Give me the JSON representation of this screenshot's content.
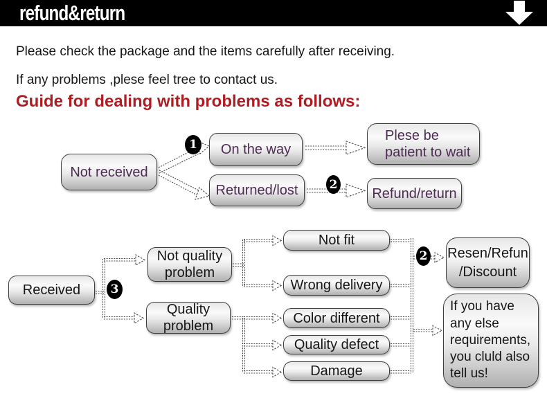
{
  "header": {
    "title": "refund&return"
  },
  "intro": {
    "line1": "Please check the package and the items carefully after receiving.",
    "line2": "If any problems ,plese feel tree to contact us."
  },
  "guide_heading": "Guide for dealing with problems as follows:",
  "colors": {
    "bar_black": "#000000",
    "heading_red": "#ae1d21",
    "flow1_text_purple": "#4e2b54",
    "flow2_text_black": "#161616",
    "box_border": "#3e3e3e"
  },
  "flow_not_received": {
    "not_received": "Not received",
    "marker1": "1",
    "on_the_way": "On the way",
    "plese_be_patient": [
      "Plese be",
      "patient to wait"
    ],
    "returned_lost": "Returned/lost",
    "marker2": "2",
    "refund_return": "Refund/return"
  },
  "flow_received": {
    "received": "Received",
    "marker3": "3",
    "not_quality_problem": [
      "Not quality",
      "problem"
    ],
    "quality_problem": [
      "Quality",
      "problem"
    ],
    "not_fit": "Not fit",
    "wrong_delivery": "Wrong delivery",
    "color_different": "Color different",
    "quality_defect": "Quality defect",
    "damage": "Damage",
    "marker2": "2",
    "resen_refund": [
      "Resen/Refun",
      "/Discount"
    ],
    "any_else": [
      "If you have",
      "any else",
      "requirements,",
      "you cluld also",
      "tell us!"
    ]
  }
}
